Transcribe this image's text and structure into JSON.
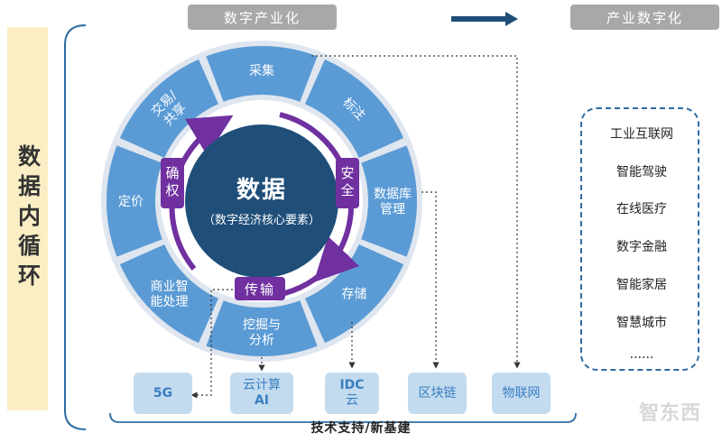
{
  "left_label": "数据内循环",
  "header_left": "数字产业化",
  "header_right": "产业数字化",
  "center": {
    "title": "数据",
    "subtitle": "（数字经济核心要素）"
  },
  "ring_segments": [
    "采集",
    "标注",
    "数据库管理",
    "存储",
    "挖掘与分析",
    "商业智能处理",
    "定价",
    "交易/共享"
  ],
  "badges": {
    "left": "确权",
    "right": "安全",
    "bottom": "传输"
  },
  "applications": [
    "工业互联网",
    "智能驾驶",
    "在线医疗",
    "数字金融",
    "智能家居",
    "智慧城市",
    "......"
  ],
  "tech": [
    {
      "lines": [
        "5G"
      ]
    },
    {
      "lines": [
        "云计算",
        "AI"
      ]
    },
    {
      "lines": [
        "IDC",
        "云"
      ]
    },
    {
      "lines": [
        "区块链"
      ]
    },
    {
      "lines": [
        "物联网"
      ]
    }
  ],
  "footer": "技术支持/新基建",
  "watermark": "智东西",
  "colors": {
    "segment": "#5b9bd5",
    "core": "#1f4e79",
    "badge": "#7030a0",
    "arrow": "#7030a0",
    "header": "#a8a8a8",
    "dash_box": "#2e6da4"
  }
}
